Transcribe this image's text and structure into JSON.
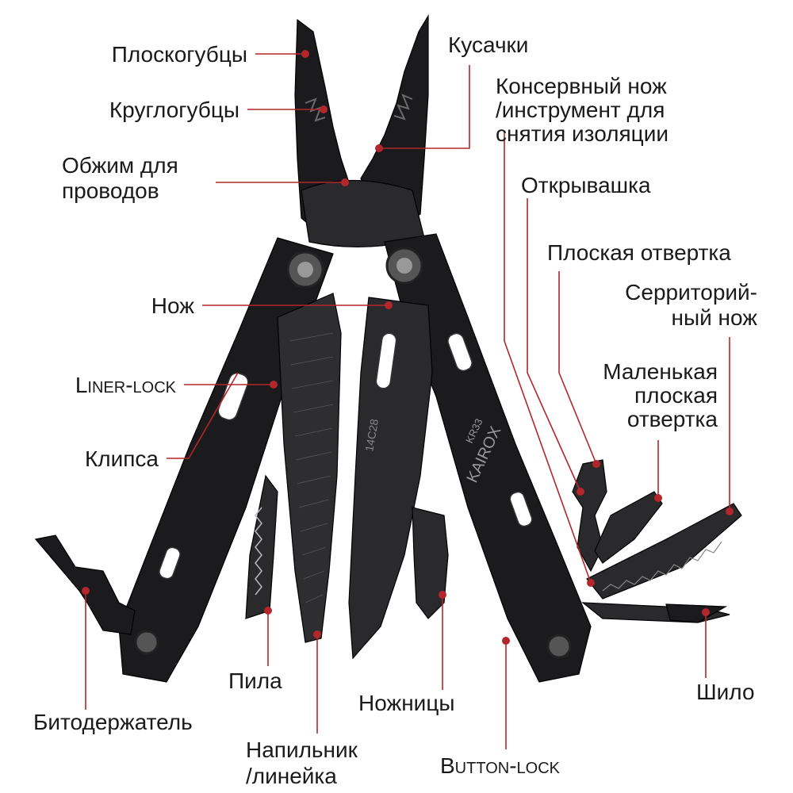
{
  "labels": {
    "pliers": "Плоскогубцы",
    "round_pliers": "Круглогубцы",
    "crimper_line1": "Обжим для",
    "crimper_line2": "проводов",
    "knife": "Нож",
    "liner_lock": "Liner-lock",
    "clip": "Клипса",
    "bit_holder": "Битодержатель",
    "saw": "Пила",
    "file_line1": "Напильник",
    "file_line2": "/линейка",
    "scissors": "Ножницы",
    "button_lock": "Button-lock",
    "awl": "Шило",
    "wire_cutters": "Кусачки",
    "can_opener_line1": "Консервный нож",
    "can_opener_line2": "/инструмент для",
    "can_opener_line3": "снятия изоляции",
    "bottle_opener": "Открывашка",
    "flat_screwdriver": "Плоская отвертка",
    "serrated_line1": "Серриторий-",
    "serrated_line2": "ный нож",
    "small_flat_line1": "Маленькая",
    "small_flat_line2": "плоская",
    "small_flat_line3": "отвертка"
  },
  "blade_marks": {
    "steel": "14C28",
    "brand": "KAIROX",
    "model": "KR33"
  },
  "colors": {
    "callout": "#b3262b",
    "metal": "#1b1b1d",
    "text": "#1a1a1a"
  }
}
